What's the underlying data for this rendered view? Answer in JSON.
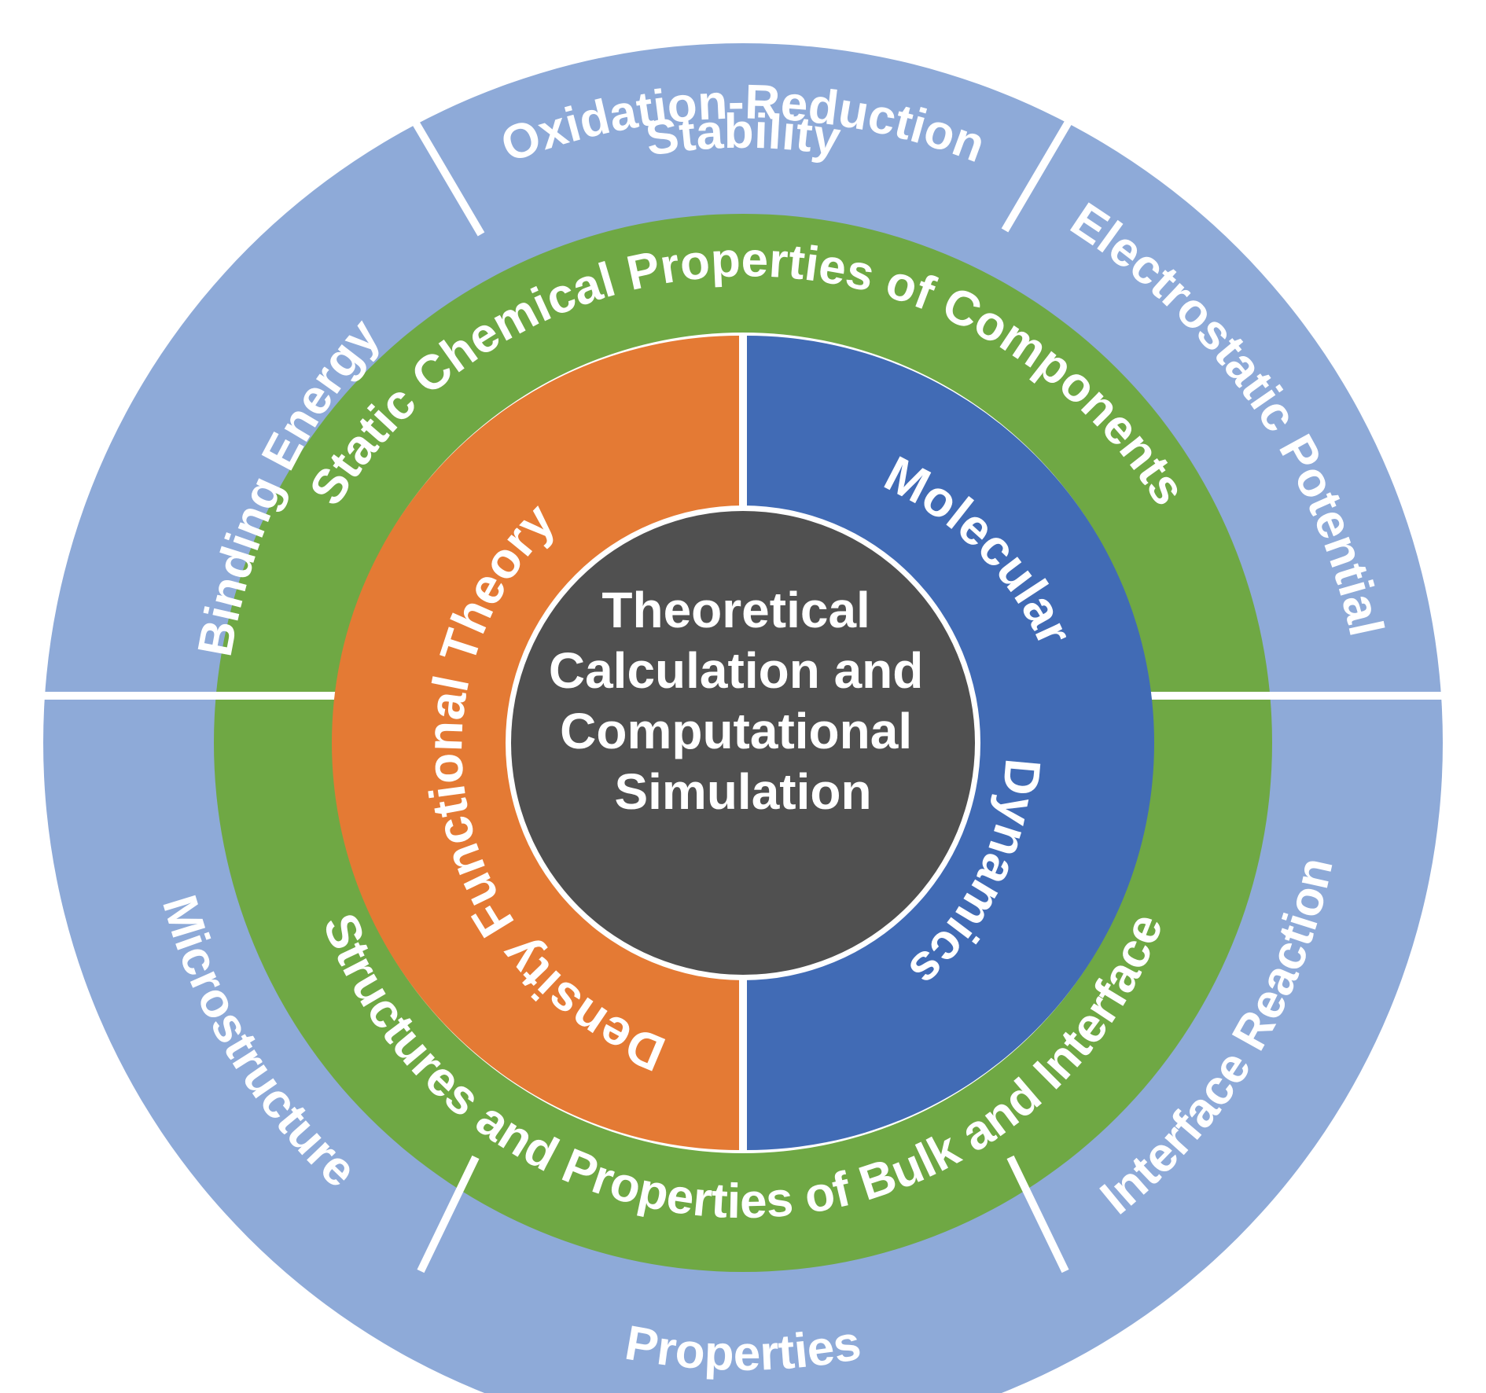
{
  "center": {
    "lines": [
      "Theoretical",
      "Calculation and",
      "Computational",
      "Simulation"
    ]
  },
  "methods": {
    "dft": "Density Functional Theory",
    "md_line1": "Molecular",
    "md_line2": "Dynamics"
  },
  "categories": {
    "top": "Static Chemical Properties of Components",
    "bottom": "Structures and Properties of  Bulk and Interface"
  },
  "properties": {
    "binding_energy": "Binding Energy",
    "redox_line1": "Oxidation-Reduction",
    "redox_line2": "Stability",
    "electrostatic": "Electrostatic Potential",
    "microstructure": "Microstructure",
    "properties": "Properties",
    "interface_reaction": "Interface Reaction"
  },
  "colors": {
    "outer_ring": "#8eaad8",
    "green_ring": "#6fa844",
    "dft": "#e47a34",
    "md": "#416bb5",
    "center": "#505050",
    "divider": "#ffffff"
  }
}
